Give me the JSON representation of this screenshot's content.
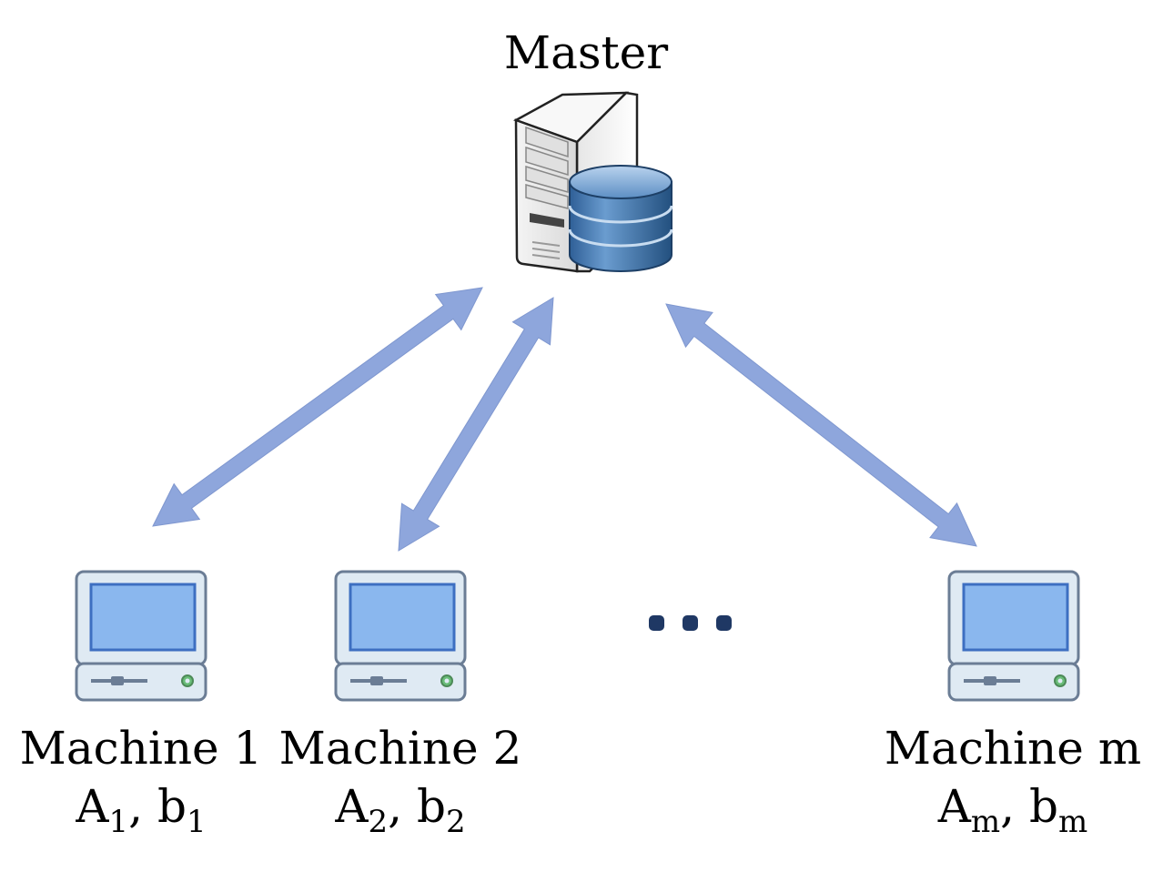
{
  "master": {
    "label": "Master"
  },
  "machines": [
    {
      "name": "Machine 1",
      "matrix": "A",
      "matrix_sub": "1",
      "vector": "b",
      "vector_sub": "1"
    },
    {
      "name": "Machine 2",
      "matrix": "A",
      "matrix_sub": "2",
      "vector": "b",
      "vector_sub": "2"
    },
    {
      "name": "Machine m",
      "matrix": "A",
      "matrix_sub": "m",
      "vector": "b",
      "vector_sub": "m"
    }
  ],
  "separator": ", ",
  "colors": {
    "arrow": "#8ea6dc",
    "monitor_outline": "#6b7d95",
    "monitor_body": "#dfeaf3",
    "screen": "#8ab7ee",
    "screen_border": "#3d6fc1",
    "power_light": "#69bd78",
    "ellipsis": "#1f3864",
    "server_body": "#eeeeee",
    "database": "#4a78ad"
  },
  "icons": {
    "master": "server-database-icon",
    "machine": "desktop-computer-icon",
    "ellipsis": "ellipsis-icon"
  }
}
